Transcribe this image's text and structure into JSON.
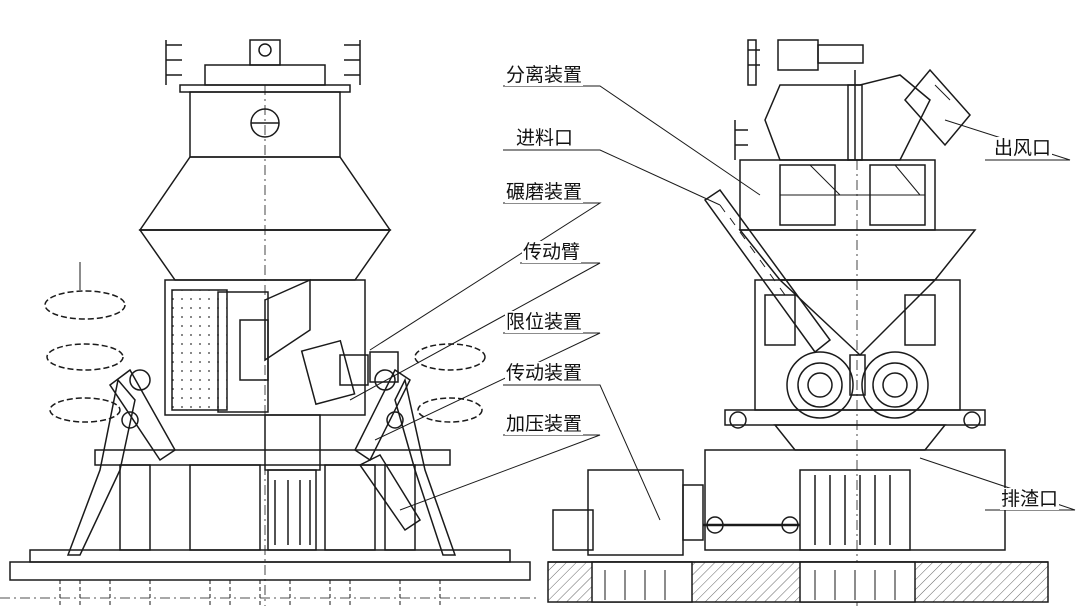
{
  "labels": {
    "separator": "分离装置",
    "feed_inlet": "进料口",
    "grinding_device": "碾磨装置",
    "drive_arm": "传动臂",
    "limit_device": "限位装置",
    "drive_device": "传动装置",
    "pressure_device": "加压装置",
    "air_outlet": "出风口",
    "slag_outlet": "排渣口"
  },
  "colors": {
    "line": "#1a1a1a",
    "hatch": "#555555",
    "background": "#ffffff"
  }
}
